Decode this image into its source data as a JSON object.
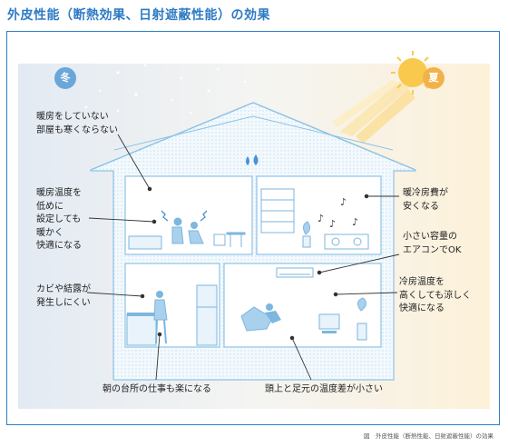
{
  "title": "外皮性能（断熱効果、日射遮蔽性能）の効果",
  "badges": {
    "winter": "冬",
    "summer": "夏"
  },
  "labels": {
    "cold_room": [
      "暖房をしていない",
      "部屋も寒くならない"
    ],
    "heating_temp": [
      "暖房温度を",
      "低めに",
      "設定しても",
      "暖かく",
      "快適になる"
    ],
    "mold": [
      "カビや結露が",
      "発生しにくい"
    ],
    "kitchen": "朝の台所の仕事も楽になる",
    "temp_diff": "頭上と足元の温度差が小さい",
    "cost": [
      "暖冷房費が",
      "安くなる"
    ],
    "small_ac": [
      "小さい容量の",
      "エアコンでOK"
    ],
    "cooling_temp": [
      "冷房温度を",
      "高くしても涼しく",
      "快適になる"
    ]
  },
  "caption": "図　外皮性能（断熱性能、日射遮蔽性能）の効果",
  "colors": {
    "accent": "#2e7bc4",
    "winter_badge": "#6aa7d8",
    "summer_badge": "#f2b24a",
    "house_line": "#8fc3e6",
    "wall_fill": "#e6f2fb",
    "sun": "#f8c94c"
  },
  "icons": [
    "snowflake-icon",
    "sun-icon",
    "water-drop-icon",
    "music-note-icon",
    "air-conditioner-icon"
  ]
}
